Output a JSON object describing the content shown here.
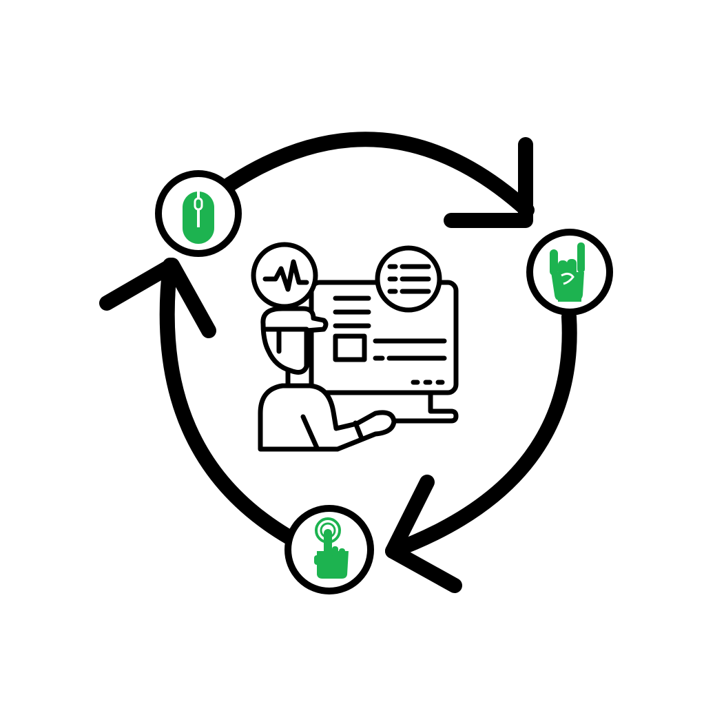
{
  "diagram": {
    "type": "cycle",
    "direction": "clockwise",
    "colors": {
      "stroke": "#000000",
      "accent": "#1db350",
      "background": "#ffffff"
    },
    "center": {
      "icon": "user-at-computer-icon"
    },
    "nodes": [
      {
        "id": "mouse",
        "icon": "mouse-icon"
      },
      {
        "id": "gesture",
        "icon": "rock-hand-gesture-icon"
      },
      {
        "id": "touch",
        "icon": "touch-finger-icon"
      }
    ]
  }
}
